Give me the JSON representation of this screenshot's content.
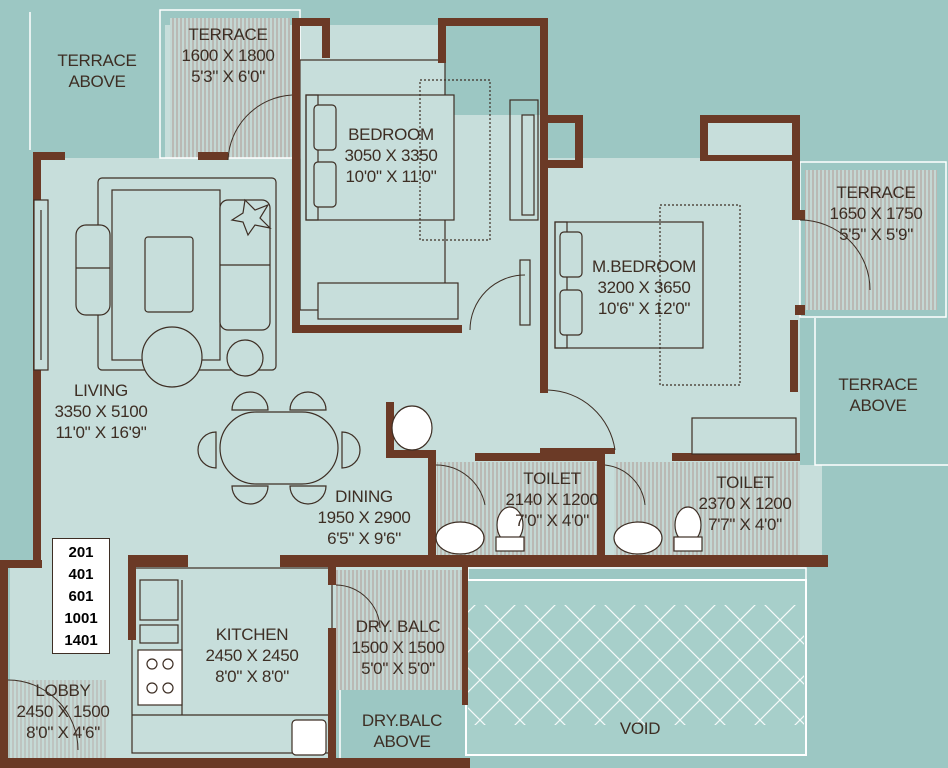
{
  "colors": {
    "background": "#9cc7c3",
    "floor": "#c7dedb",
    "wall": "#6b3a26",
    "line": "#3d2e24",
    "balcony_hatch": "#b09a93"
  },
  "rooms": {
    "terrace_above_left": {
      "name": "TERRACE",
      "line2": "ABOVE"
    },
    "terrace_top": {
      "name": "TERRACE",
      "size_mm": "1600 X 1800",
      "size_ft": "5'3\" X 6'0\""
    },
    "bedroom": {
      "name": "BEDROOM",
      "size_mm": "3050 X 3350",
      "size_ft": "10'0\" X 11'0\""
    },
    "terrace_right": {
      "name": "TERRACE",
      "size_mm": "1650 X 1750",
      "size_ft": "5'5\" X 5'9\""
    },
    "m_bedroom": {
      "name": "M.BEDROOM",
      "size_mm": "3200 X 3650",
      "size_ft": "10'6\" X 12'0\""
    },
    "terrace_above_right": {
      "name": "TERRACE",
      "line2": "ABOVE"
    },
    "living": {
      "name": "LIVING",
      "size_mm": "3350 X 5100",
      "size_ft": "11'0\" X 16'9\""
    },
    "dining": {
      "name": "DINING",
      "size_mm": "1950 X 2900",
      "size_ft": "6'5\" X 9'6\""
    },
    "toilet_1": {
      "name": "TOILET",
      "size_mm": "2140 X 1200",
      "size_ft": "7'0\" X 4'0\""
    },
    "toilet_2": {
      "name": "TOILET",
      "size_mm": "2370 X 1200",
      "size_ft": "7'7\" X 4'0\""
    },
    "kitchen": {
      "name": "KITCHEN",
      "size_mm": "2450 X 2450",
      "size_ft": "8'0\" X 8'0\""
    },
    "dry_balc": {
      "name": "DRY. BALC",
      "size_mm": "1500 X 1500",
      "size_ft": "5'0\" X 5'0\""
    },
    "dry_balc_above": {
      "name": "DRY.BALC",
      "line2": "ABOVE"
    },
    "lobby": {
      "name": "LOBBY",
      "size_mm": "2450 X 1500",
      "size_ft": "8'0\" X 4'6\""
    },
    "void": {
      "name": "VOID"
    }
  },
  "unit_numbers": [
    "201",
    "401",
    "601",
    "1001",
    "1401"
  ]
}
